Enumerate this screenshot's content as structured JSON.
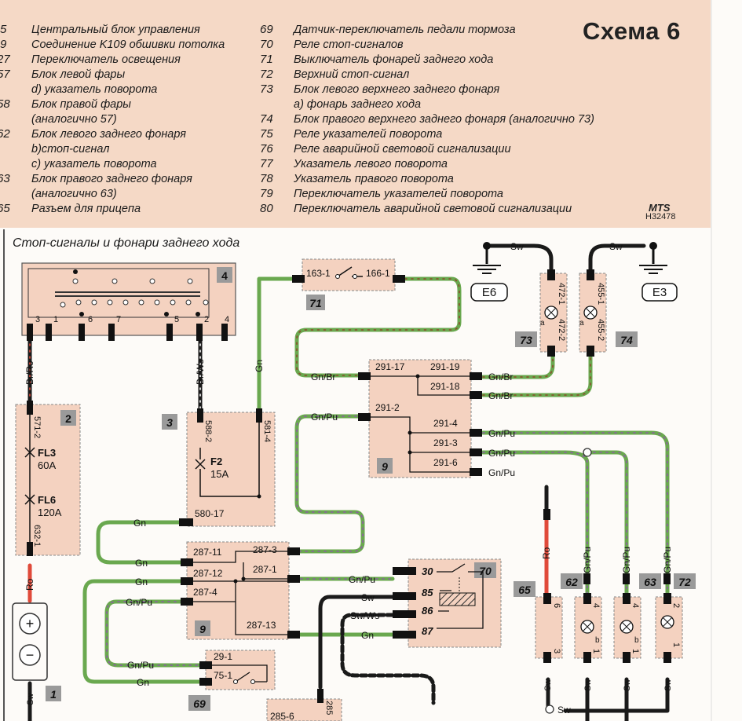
{
  "legend": {
    "title": "Схема 6",
    "brand": "MTS",
    "code": "H32478",
    "left": [
      {
        "num": "5",
        "text": "Центральный блок управления"
      },
      {
        "num": "9",
        "text": "Соединение K109 обшивки потолка"
      },
      {
        "num": "27",
        "text": "Переключатель освещения"
      },
      {
        "num": "57",
        "text": "Блок левой фары"
      },
      {
        "num": "",
        "text": "d) указатель поворота"
      },
      {
        "num": "58",
        "text": "Блок правой фары"
      },
      {
        "num": "",
        "text": "(аналогично 57)"
      },
      {
        "num": "62",
        "text": "Блок левого заднего фонаря"
      },
      {
        "num": "",
        "text": "b)стоп-сигнал"
      },
      {
        "num": "",
        "text": "c) указатель поворота"
      },
      {
        "num": "63",
        "text": "Блок правого заднего фонаря"
      },
      {
        "num": "",
        "text": "(аналогично 63)"
      },
      {
        "num": "65",
        "text": "Разъем для прицепа"
      }
    ],
    "right": [
      {
        "num": "69",
        "text": "Датчик-переключатель педали тормоза"
      },
      {
        "num": "70",
        "text": "Реле стоп-сигналов"
      },
      {
        "num": "71",
        "text": "Выключатель фонарей заднего хода"
      },
      {
        "num": "72",
        "text": "Верхний стоп-сигнал"
      },
      {
        "num": "73",
        "text": "Блок левого верхнего заднего фонаря"
      },
      {
        "num": "",
        "text": "а) фонарь заднего хода"
      },
      {
        "num": "74",
        "text": "Блок правого верхнего заднего фонаря (аналогично 73)"
      },
      {
        "num": "75",
        "text": "Реле указателей поворота"
      },
      {
        "num": "76",
        "text": "Реле аварийной световой сигнализации"
      },
      {
        "num": "77",
        "text": "Указатель левого поворота"
      },
      {
        "num": "78",
        "text": "Указатель правого поворота"
      },
      {
        "num": "79",
        "text": "Переключатель указателей поворота"
      },
      {
        "num": "80",
        "text": "Переключатель аварийной световой сигнализации"
      }
    ]
  },
  "section_title": "Стоп-сигналы и фонари заднего хода",
  "colors": {
    "legend_bg": "#f5d9c6",
    "box_fill": "#f4d2c0",
    "wire_green": "#6aa84f",
    "wire_red": "#e04a3a",
    "wire_black": "#1a1a1a"
  },
  "blocks": {
    "b4": {
      "num": "4",
      "pins": [
        "3",
        "1",
        "6",
        "7",
        "5",
        "2",
        "4"
      ]
    },
    "b2": {
      "num": "2",
      "pin_top": "571-2",
      "fuse1": "FL3",
      "fuse1_rating": "60A",
      "fuse2": "FL6",
      "fuse2_rating": "120A",
      "pin_bottom": "632-1"
    },
    "b3": {
      "num": "3",
      "pin_a": "588-2",
      "pin_b": "581-4",
      "fuse": "F2",
      "fuse_rating": "15A",
      "pin_c": "580-17"
    },
    "b71": {
      "num": "71",
      "pin_a": "163-1",
      "pin_b": "166-1"
    },
    "b9top": {
      "num": "9",
      "pins": [
        "291-17",
        "291-19",
        "291-18",
        "291-2",
        "291-4",
        "291-3",
        "291-6"
      ]
    },
    "b9bot": {
      "num": "9",
      "pins": [
        "287-11",
        "287-3",
        "287-12",
        "287-1",
        "287-4",
        "287-13"
      ]
    },
    "b70": {
      "num": "70",
      "pins": [
        "30",
        "85",
        "86",
        "87"
      ]
    },
    "b69": {
      "num": "69",
      "pins": [
        "29-1",
        "75-1"
      ]
    },
    "b73": {
      "num": "73",
      "pin_a": "472-1",
      "pin_b": "472-2",
      "sub": "a"
    },
    "b74": {
      "num": "74",
      "pin_a": "455-1",
      "pin_b": "455-2",
      "sub": "a"
    },
    "b65": {
      "num": "65",
      "pin_a": "6",
      "pin_b": "3"
    },
    "b62": {
      "num": "62",
      "pin_a": "4",
      "pin_b": "1",
      "sub": "b"
    },
    "b63": {
      "num": "63",
      "pin_a": "4",
      "pin_b": "1",
      "sub": "b"
    },
    "b72": {
      "num": "72",
      "pin_a": "2",
      "pin_b": "1"
    },
    "b1": {
      "num": "1",
      "plus": "+",
      "minus": "−"
    },
    "bottom": {
      "pin_a": "285-6",
      "pin_b": "285"
    }
  },
  "grounds": {
    "e6": "E6",
    "e3": "E3"
  },
  "wires": {
    "br_ro": "Br/Ro",
    "br_ws": "Br/Ws",
    "gn": "Gn",
    "ro": "Ro",
    "sw": "Sw",
    "gn_br": "Gn/Br",
    "gn_pu": "Gn/Pu",
    "sw_ws": "Sw/Ws"
  }
}
